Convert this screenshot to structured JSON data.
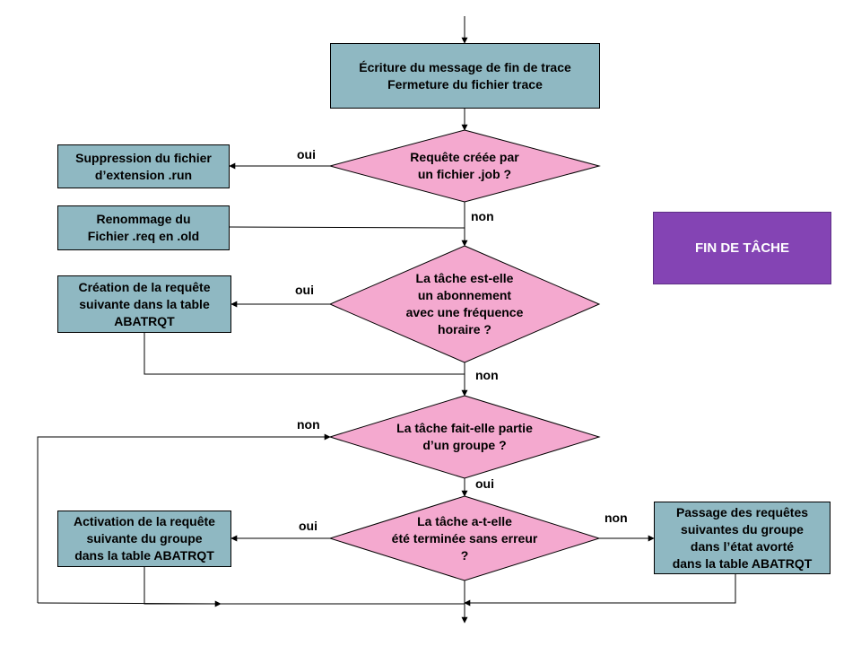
{
  "colors": {
    "process_fill": "#8fb8c2",
    "decision_fill": "#f4a9cf",
    "terminal_fill": "#8444b4",
    "line": "#000000"
  },
  "boxes": {
    "write_close": [
      "Écriture du message de fin de trace",
      "Fermeture du fichier trace"
    ],
    "delete_run": [
      "Suppression du fichier",
      "d’extension .run"
    ],
    "rename_req": [
      "Renommage du",
      "Fichier .req en .old"
    ],
    "create_next": [
      "Création de la requête",
      "suivante dans la table",
      "ABATRQT"
    ],
    "activate_next": [
      "Activation  de la requête",
      "suivante du groupe",
      "dans la table ABATRQT"
    ],
    "abort_pending": [
      "Passage des requêtes",
      "suivantes du groupe",
      "dans l’état avorté",
      "dans la table ABATRQT"
    ],
    "end_task": "FIN DE TÂCHE"
  },
  "decisions": {
    "created_by_job": [
      "Requête créée par",
      "un fichier .job ?"
    ],
    "hourly_subscription": [
      "La tâche est-elle",
      "un abonnement",
      "avec une fréquence",
      "horaire ?"
    ],
    "part_of_group": [
      "La tâche fait-elle  partie",
      "d’un groupe ?"
    ],
    "ended_without_error": [
      "La tâche a-t-elle",
      "été terminée sans erreur",
      "?"
    ]
  },
  "labels": {
    "d1_yes": "oui",
    "d1_no": "non",
    "d2_yes": "oui",
    "d2_no": "non",
    "d3_no": "non",
    "d3_yes": "oui",
    "d4_yes": "oui",
    "d4_no": "non"
  }
}
